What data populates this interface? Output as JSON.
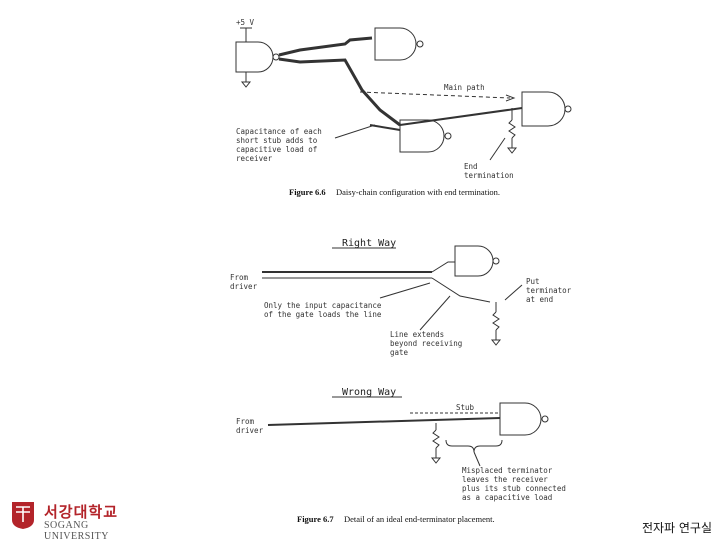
{
  "fig66": {
    "supply": "+5 V",
    "main_path": "Main path",
    "stub_note": [
      "Capacitance of each",
      "short stub adds to",
      "capacitive load of",
      "receiver"
    ],
    "end_term": [
      "End",
      "termination"
    ],
    "caption_num": "Figure 6.6",
    "caption_text": "Daisy-chain configuration with end termination."
  },
  "fig67": {
    "right_way": "Right Way",
    "from_driver": [
      "From",
      "driver"
    ],
    "only_input": [
      "Only the input capacitance",
      "of the gate loads the line"
    ],
    "put_term": [
      "Put",
      "terminator",
      "at end"
    ],
    "line_extends": [
      "Line extends",
      "beyond receiving",
      "gate"
    ],
    "wrong_way": "Wrong Way",
    "stub": "Stub",
    "from_driver2": [
      "From",
      "driver"
    ],
    "misplaced": [
      "Misplaced terminator",
      "leaves the receiver",
      "plus its stub connected",
      "as a capacitive load"
    ],
    "caption_num": "Figure 6.7",
    "caption_text": "Detail of an ideal end-terminator placement."
  },
  "footer": {
    "university_kr": "서강대학교",
    "university_en": "SOGANG UNIVERSITY",
    "lab": "전자파 연구실"
  },
  "colors": {
    "brand": "#b3242a",
    "ink": "#222222"
  }
}
